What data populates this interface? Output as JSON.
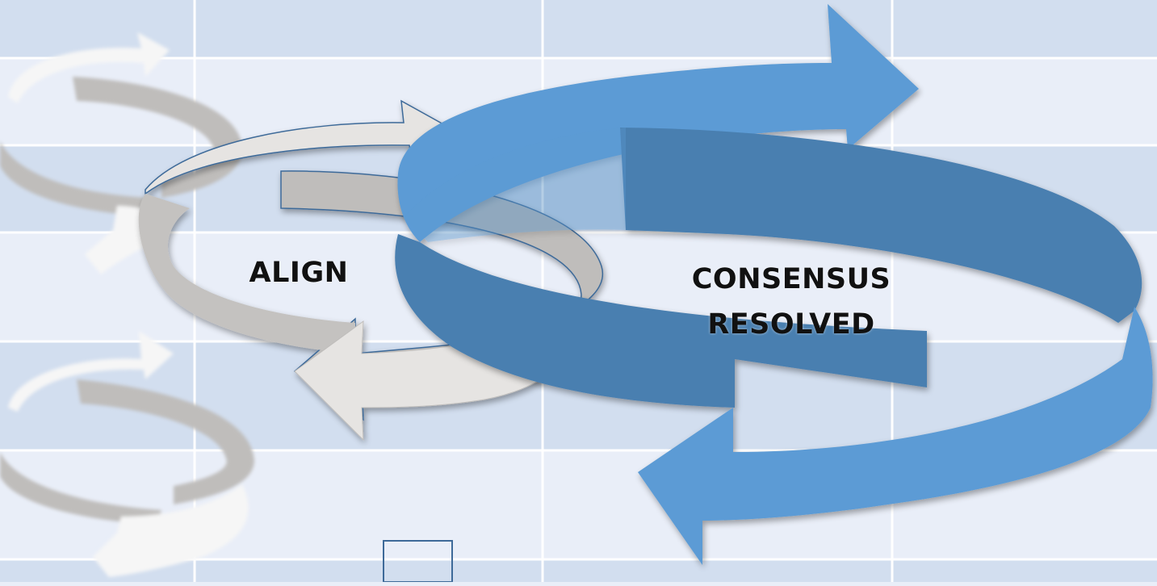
{
  "labels": {
    "align": "ALIGN",
    "consensus_line1": "CONSENSUS",
    "consensus_line2": "RESOLVED"
  },
  "colors": {
    "table_band_dark": "#d2deef",
    "table_band_light": "#e9eef8",
    "table_lines": "#ffffff",
    "arrow_white": "#f4f4f4",
    "arrow_light_gray": "#e6e4e2",
    "arrow_gray": "#bfbdbb",
    "arrow_blue": "#5b9bd5",
    "arrow_blue_dark": "#4a7fb0"
  }
}
